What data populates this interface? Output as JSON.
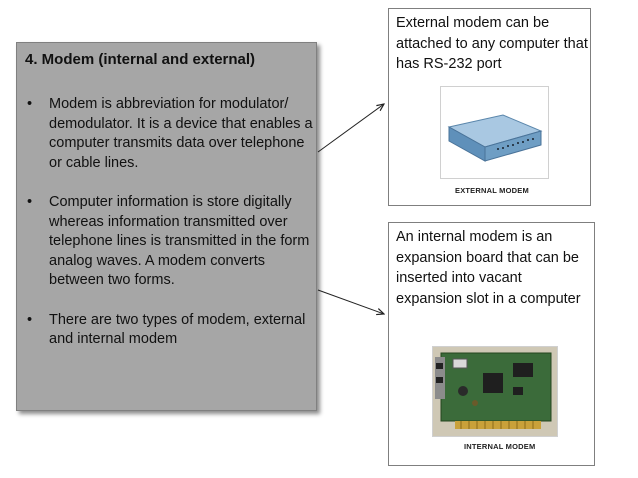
{
  "main": {
    "title": "4. Modem (internal and external)",
    "bullets": [
      "Modem is abbreviation for modulator/ demodulator. It is a device that enables a computer transmits data over telephone or cable lines.",
      "Computer information is store digitally whereas information transmitted over telephone lines is transmitted in the form analog waves. A modem converts between two forms.",
      "There are two types of modem, external and internal modem"
    ]
  },
  "external_card": {
    "text": "External modem can be attached to any computer that has RS-232 port",
    "image_caption": "EXTERNAL MODEM"
  },
  "internal_card": {
    "text": "An internal modem is an expansion board that can be inserted into vacant expansion slot in a computer",
    "image_caption": "INTERNAL MODEM"
  },
  "bullet_symbol": "•",
  "icons": {
    "external_image": "external-modem-photo",
    "internal_image": "internal-modem-card-photo"
  },
  "colors": {
    "main_box_bg": "#a6a6a6",
    "modem_blue": "#6f9ec4",
    "pcb_green": "#3b6b3a"
  }
}
